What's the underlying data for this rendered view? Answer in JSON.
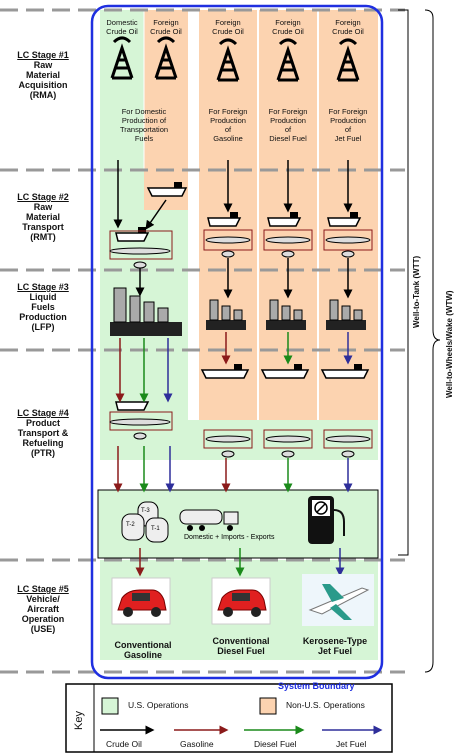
{
  "stages": [
    {
      "title": "LC Stage #1",
      "lines": [
        "Raw",
        "Material",
        "Acquisition",
        "(RMA)"
      ]
    },
    {
      "title": "LC Stage #2",
      "lines": [
        "Raw",
        "Material",
        "Transport",
        "(RMT)"
      ]
    },
    {
      "title": "LC Stage #3",
      "lines": [
        "Liquid",
        "Fuels",
        "Production",
        "(LFP)"
      ]
    },
    {
      "title": "LC Stage #4",
      "lines": [
        "Product",
        "Transport &",
        "Refueling",
        "(PTR)"
      ]
    },
    {
      "title": "LC Stage #5",
      "lines": [
        "Vehicle/",
        "Aircraft",
        "Operation",
        "(USE)"
      ]
    }
  ],
  "columns": [
    {
      "head": [
        "Domestic",
        "Crude Oil"
      ]
    },
    {
      "head": [
        "Foreign",
        "Crude Oil"
      ]
    },
    {
      "head": [
        "Foreign",
        "Crude Oil"
      ]
    },
    {
      "head": [
        "Foreign",
        "Crude Oil"
      ]
    },
    {
      "head": [
        "Foreign",
        "Crude Oil"
      ]
    }
  ],
  "production": [
    [
      "For Domestic",
      "Production of",
      "Transportation",
      "Fuels"
    ],
    [
      "For Foreign",
      "Production",
      "of",
      "Gasoline"
    ],
    [
      "For Foreign",
      "Production",
      "of",
      "Diesel Fuel"
    ],
    [
      "For Foreign",
      "Production",
      "of",
      "Jet Fuel"
    ]
  ],
  "tanks": [
    "T-3",
    "T-2",
    "T-1"
  ],
  "flow_text": "Domestic + Imports - Exports",
  "products": [
    [
      "Conventional",
      "Gasoline"
    ],
    [
      "Conventional",
      "Diesel Fuel"
    ],
    [
      "Kerosene-Type",
      "Jet Fuel"
    ]
  ],
  "system_boundary": "System Boundary",
  "wtt": "Well-to-Tank (WTT)",
  "wtw": "Well-to-Wheels/Wake (WTW)",
  "key": {
    "title": "Key",
    "us": "U.S. Operations",
    "nonus": "Non-U.S. Operations",
    "crude": "Crude Oil",
    "gasoline": "Gasoline",
    "diesel": "Diesel Fuel",
    "jet": "Jet Fuel"
  },
  "colors": {
    "us": "#d6f5d6",
    "nonus": "#fcd3b0",
    "boundary": "#1f2fe0",
    "crude": "#000000",
    "gasoline": "#8b1a1a",
    "diesel": "#1a8a1a",
    "jet": "#2e2e9a"
  }
}
